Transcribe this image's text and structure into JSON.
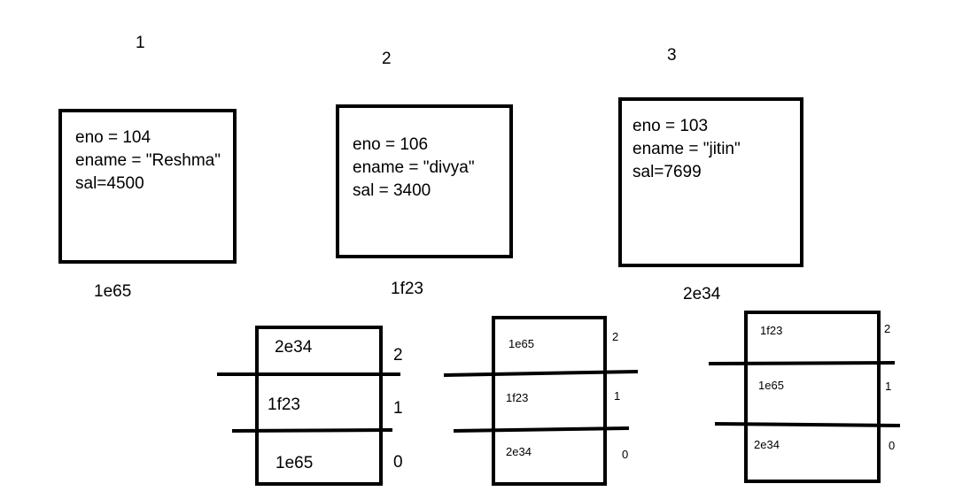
{
  "objects": [
    {
      "label": "1",
      "address": "1e65",
      "fields": [
        "eno = 104",
        "ename = \"Reshma\"",
        "sal=4500"
      ]
    },
    {
      "label": "2",
      "address": "1f23",
      "fields": [
        "eno = 106",
        "ename = \"divya\"",
        "sal = 3400"
      ]
    },
    {
      "label": "3",
      "address": "2e34",
      "fields": [
        "eno = 103",
        "ename = \"jitin\"",
        "sal=7699"
      ]
    }
  ],
  "stacks": [
    {
      "cells": [
        "2e34",
        "1f23",
        "1e65"
      ],
      "indices": [
        "2",
        "1",
        "0"
      ]
    },
    {
      "cells": [
        "1e65",
        "1f23",
        "2e34"
      ],
      "indices": [
        "2",
        "1",
        "0"
      ]
    },
    {
      "cells": [
        "1f23",
        "1e65",
        "2e34"
      ],
      "indices": [
        "2",
        "1",
        "0"
      ]
    }
  ]
}
